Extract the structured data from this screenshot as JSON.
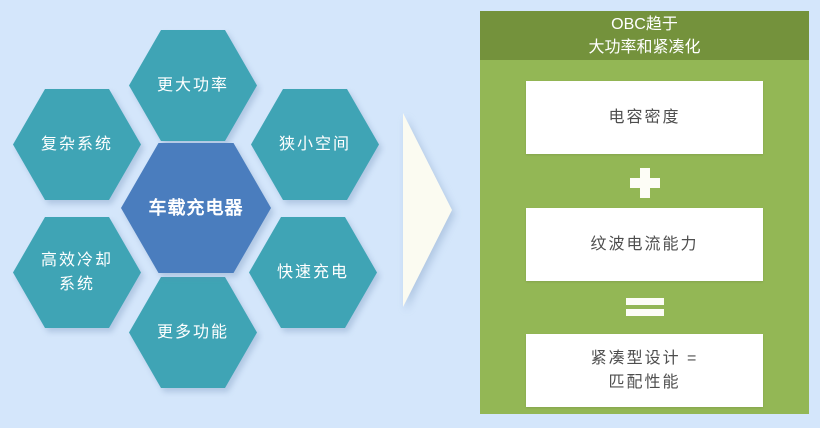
{
  "colors": {
    "background": "#d4e6fb",
    "hex_teal": "#3fa4b5",
    "hex_center_blue": "#4a7dbe",
    "panel_header_green": "#74923c",
    "panel_body_green": "#93b755",
    "arrow_ivory": "#fbfbf1",
    "box_text_gray": "#4e4e4e",
    "text_white": "#ffffff"
  },
  "hexagons": {
    "center": {
      "lines": [
        "车载充电器"
      ]
    },
    "top": {
      "lines": [
        "更大功率"
      ]
    },
    "upper_left": {
      "lines": [
        "复杂系统"
      ]
    },
    "upper_right": {
      "lines": [
        "狭小空间"
      ]
    },
    "lower_left": {
      "lines": [
        "高效冷却",
        "系统"
      ]
    },
    "lower_right": {
      "lines": [
        "快速充电"
      ]
    },
    "bottom": {
      "lines": [
        "更多功能"
      ]
    }
  },
  "arrow": {
    "icon": "right-arrow-icon"
  },
  "panel": {
    "header": {
      "lines": [
        "OBC趋于",
        "大功率和紧凑化"
      ]
    },
    "boxes": [
      {
        "lines": [
          "电容密度"
        ]
      },
      {
        "lines": [
          "纹波电流能力"
        ]
      },
      {
        "lines": [
          "紧凑型设计 =",
          "匹配性能"
        ]
      }
    ],
    "operators": [
      {
        "symbol": "+",
        "icon": "plus-icon"
      },
      {
        "symbol": "=",
        "icon": "equals-icon"
      }
    ]
  }
}
